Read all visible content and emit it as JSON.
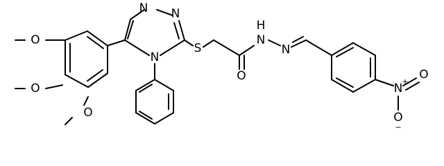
{
  "molecule": {
    "atoms": {
      "o_me_top": "O",
      "o_me_mid": "O",
      "o_me_bot": "O",
      "n_triazole_1": "N",
      "n_triazole_2": "N",
      "n_triazole_4": "N",
      "s_thioether": "S",
      "o_carbonyl": "O",
      "nh_hydrazide": "H",
      "n_hydrazide": "N",
      "n_imine": "N",
      "n_nitro": "N",
      "n_nitro_charge": "+",
      "o_nitro_1": "O",
      "o_nitro_2": "O",
      "o_nitro_2_charge": "−"
    },
    "colors": {
      "bond": "#000000",
      "atom_label": "#000000",
      "background": "#ffffff"
    }
  }
}
